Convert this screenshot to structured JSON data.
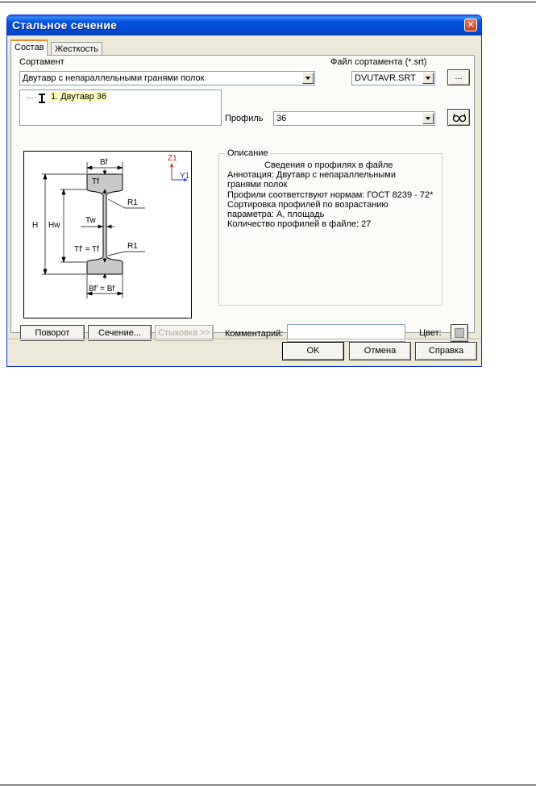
{
  "window": {
    "title": "Стальное сечение",
    "close_glyph": "✕"
  },
  "tabs": [
    {
      "label": "Состав",
      "active": true
    },
    {
      "label": "Жесткость",
      "active": false
    }
  ],
  "sortament": {
    "label": "Сортамент",
    "value": "Двутавр с непараллельными гранями полок"
  },
  "sortament_file": {
    "label": "Файл сортамента (*.srt)",
    "value": "DVUTAVR.SRT",
    "browse_label": "..."
  },
  "tree": {
    "items": [
      {
        "label": "1. Двутавр 36",
        "icon": "i-beam-icon"
      }
    ]
  },
  "profile": {
    "label": "Профиль",
    "value": "36",
    "view_icon": "glasses-icon"
  },
  "drawing": {
    "axes": {
      "z": "Z1",
      "y": "Y1"
    },
    "dims": {
      "bf": "Bf",
      "tf": "Tf",
      "r1_top": "R1",
      "h": "H",
      "hw": "Hw",
      "tw": "Tw",
      "tf2": "Tf' = Tf",
      "r1_bottom": "R1",
      "bf2": "Bf' = Bf"
    },
    "colors": {
      "axis_z": "#cc2222",
      "axis_y": "#2244cc",
      "section_fill": "#c8c8c8"
    }
  },
  "description": {
    "label": "Описание",
    "heading": "Сведения о профилях в файле",
    "lines": [
      "Аннотация: Двутавр  с  непараллельными",
      "гранями  полок",
      "Профили соответствуют нормам: ГОСТ 8239 - 72*",
      "Сортировка профилей по возрастанию",
      "параметра: A, площадь",
      "Количество профилей в файле: 27"
    ]
  },
  "actions": {
    "rotate": "Поворот",
    "section": "Сечение...",
    "docking": "Стыковка >>"
  },
  "comment": {
    "label": "Комментарий:",
    "value": ""
  },
  "color": {
    "label": "Цвет:",
    "value": "#c0c0c0"
  },
  "footer": {
    "ok": "OK",
    "cancel": "Отмена",
    "help": "Справка"
  }
}
